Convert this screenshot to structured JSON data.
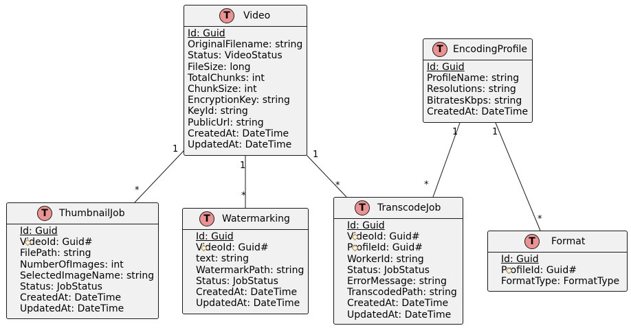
{
  "entities": {
    "video": {
      "name": "Video",
      "badge": "T",
      "attributes": [
        {
          "text": "Id: Guid",
          "pk": true,
          "fk": false
        },
        {
          "text": "OriginalFilename: string",
          "pk": false,
          "fk": false
        },
        {
          "text": "Status: VideoStatus",
          "pk": false,
          "fk": false
        },
        {
          "text": "FileSize: long",
          "pk": false,
          "fk": false
        },
        {
          "text": "TotalChunks: int",
          "pk": false,
          "fk": false
        },
        {
          "text": "ChunkSize: int",
          "pk": false,
          "fk": false
        },
        {
          "text": "EncryptionKey: string",
          "pk": false,
          "fk": false
        },
        {
          "text": "KeyId: string",
          "pk": false,
          "fk": false
        },
        {
          "text": "PublicUrl: string",
          "pk": false,
          "fk": false
        },
        {
          "text": "CreatedAt: DateTime",
          "pk": false,
          "fk": false
        },
        {
          "text": "UpdatedAt: DateTime",
          "pk": false,
          "fk": false
        }
      ]
    },
    "encoding_profile": {
      "name": "EncodingProfile",
      "badge": "T",
      "attributes": [
        {
          "text": "Id: Guid",
          "pk": true,
          "fk": false
        },
        {
          "text": "ProfileName: string",
          "pk": false,
          "fk": false
        },
        {
          "text": "Resolutions: string",
          "pk": false,
          "fk": false
        },
        {
          "text": "BitratesKbps: string",
          "pk": false,
          "fk": false
        },
        {
          "text": "CreatedAt: DateTime",
          "pk": false,
          "fk": false
        }
      ]
    },
    "thumbnail_job": {
      "name": "ThumbnailJob",
      "badge": "T",
      "attributes": [
        {
          "text": "Id: Guid",
          "pk": true,
          "fk": false
        },
        {
          "text": "VideoId: Guid#",
          "pk": false,
          "fk": true
        },
        {
          "text": "FilePath: string",
          "pk": false,
          "fk": false
        },
        {
          "text": "NumberOfImages: int",
          "pk": false,
          "fk": false
        },
        {
          "text": "SelectedImageName: string",
          "pk": false,
          "fk": false
        },
        {
          "text": "Status: JobStatus",
          "pk": false,
          "fk": false
        },
        {
          "text": "CreatedAt: DateTime",
          "pk": false,
          "fk": false
        },
        {
          "text": "UpdatedAt: DateTime",
          "pk": false,
          "fk": false
        }
      ]
    },
    "watermarking": {
      "name": "Watermarking",
      "badge": "T",
      "attributes": [
        {
          "text": "Id: Guid",
          "pk": true,
          "fk": false
        },
        {
          "text": "VideoId: Guid#",
          "pk": false,
          "fk": true
        },
        {
          "text": "text: string",
          "pk": false,
          "fk": false
        },
        {
          "text": "WatermarkPath: string",
          "pk": false,
          "fk": false
        },
        {
          "text": "Status: JobStatus",
          "pk": false,
          "fk": false
        },
        {
          "text": "CreatedAt: DateTime",
          "pk": false,
          "fk": false
        },
        {
          "text": "UpdatedAt: DateTime",
          "pk": false,
          "fk": false
        }
      ]
    },
    "transcode_job": {
      "name": "TranscodeJob",
      "badge": "T",
      "attributes": [
        {
          "text": "Id: Guid",
          "pk": true,
          "fk": false
        },
        {
          "text": "VideoId: Guid#",
          "pk": false,
          "fk": true
        },
        {
          "text": "ProfileId: Guid#",
          "pk": false,
          "fk": true
        },
        {
          "text": "WorkerId: string",
          "pk": false,
          "fk": false
        },
        {
          "text": "Status: JobStatus",
          "pk": false,
          "fk": false
        },
        {
          "text": "ErrorMessage: string",
          "pk": false,
          "fk": false
        },
        {
          "text": "TranscodedPath: string",
          "pk": false,
          "fk": false
        },
        {
          "text": "CreatedAt: DateTime",
          "pk": false,
          "fk": false
        },
        {
          "text": "UpdatedAt: DateTime",
          "pk": false,
          "fk": false
        }
      ]
    },
    "format": {
      "name": "Format",
      "badge": "T",
      "attributes": [
        {
          "text": "Id: Guid",
          "pk": true,
          "fk": false
        },
        {
          "text": "ProfileId: Guid#",
          "pk": false,
          "fk": true
        },
        {
          "text": "FormatType: FormatType",
          "pk": false,
          "fk": false
        }
      ]
    }
  },
  "relationships": [
    {
      "from": "video",
      "to": "thumbnail_job",
      "from_mult": "1",
      "to_mult": "*"
    },
    {
      "from": "video",
      "to": "watermarking",
      "from_mult": "1",
      "to_mult": "*"
    },
    {
      "from": "video",
      "to": "transcode_job",
      "from_mult": "1",
      "to_mult": "*"
    },
    {
      "from": "encoding_profile",
      "to": "transcode_job",
      "from_mult": "1",
      "to_mult": "*"
    },
    {
      "from": "encoding_profile",
      "to": "format",
      "from_mult": "1",
      "to_mult": "*"
    }
  ],
  "colors": {
    "entity_fill": "#f1f1f1",
    "border": "#181818",
    "badge_fill": "#eb9393",
    "fk_marker": "#b38a3a"
  }
}
